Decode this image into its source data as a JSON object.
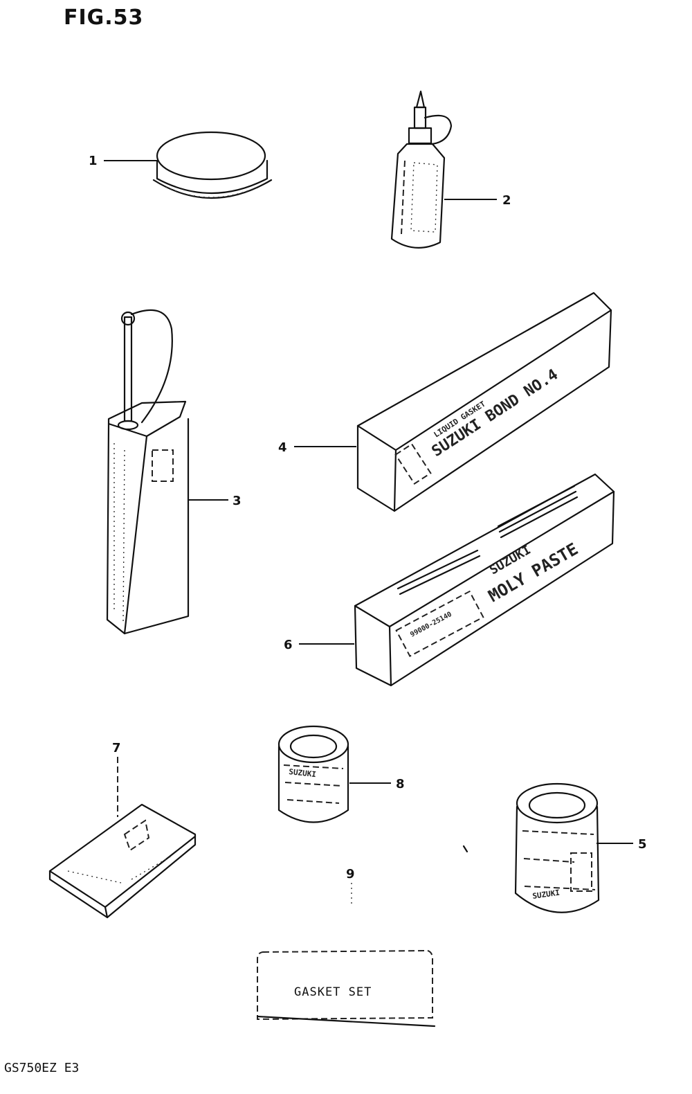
{
  "figure": {
    "title": "FIG.53",
    "model_code": "GS750EZ E3"
  },
  "parts": [
    {
      "number": "1"
    },
    {
      "number": "2"
    },
    {
      "number": "3"
    },
    {
      "number": "4",
      "package_text": [
        "LIQUID GASKET",
        "SUZUKI BOND NO.4"
      ]
    },
    {
      "number": "5",
      "package_text": [
        "SUZUKI"
      ]
    },
    {
      "number": "6",
      "package_text": [
        "SUZUKI",
        "MOLY PASTE",
        "99000-25140"
      ]
    },
    {
      "number": "7"
    },
    {
      "number": "8",
      "package_text": [
        "SUZUKI"
      ]
    },
    {
      "number": "9",
      "package_text": [
        "GASKET SET"
      ]
    }
  ]
}
